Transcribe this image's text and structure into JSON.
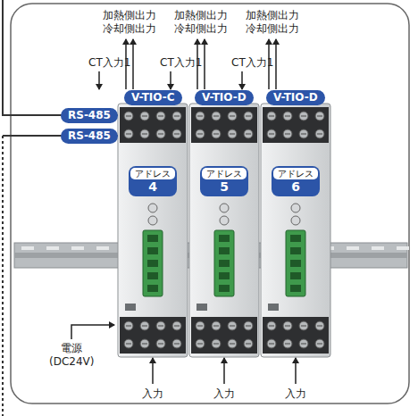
{
  "diagram": {
    "nodes": [
      {
        "text": [
          "V-TIO-C"
        ]
      },
      {
        "text": [
          "V-TIO-D"
        ]
      },
      {
        "text": [
          "V-TIO-D"
        ]
      },
      {
        "text": [
          "RS-485"
        ]
      },
      {
        "text": [
          "RS-485"
        ]
      },
      {
        "text": [
          "アドレス",
          "4"
        ]
      },
      {
        "text": [
          "アドレス",
          "5"
        ]
      },
      {
        "text": [
          "アドレス",
          "6"
        ]
      }
    ],
    "labels": [
      "加熱側出力",
      "冷却側出力",
      "加熱側出力",
      "冷却側出力",
      "加熱側出力",
      "冷却側出力",
      "CT入力1",
      "CT入力1",
      "CT入力1",
      "電源",
      "(DC24V)",
      "入力",
      "入力",
      "入力"
    ]
  }
}
